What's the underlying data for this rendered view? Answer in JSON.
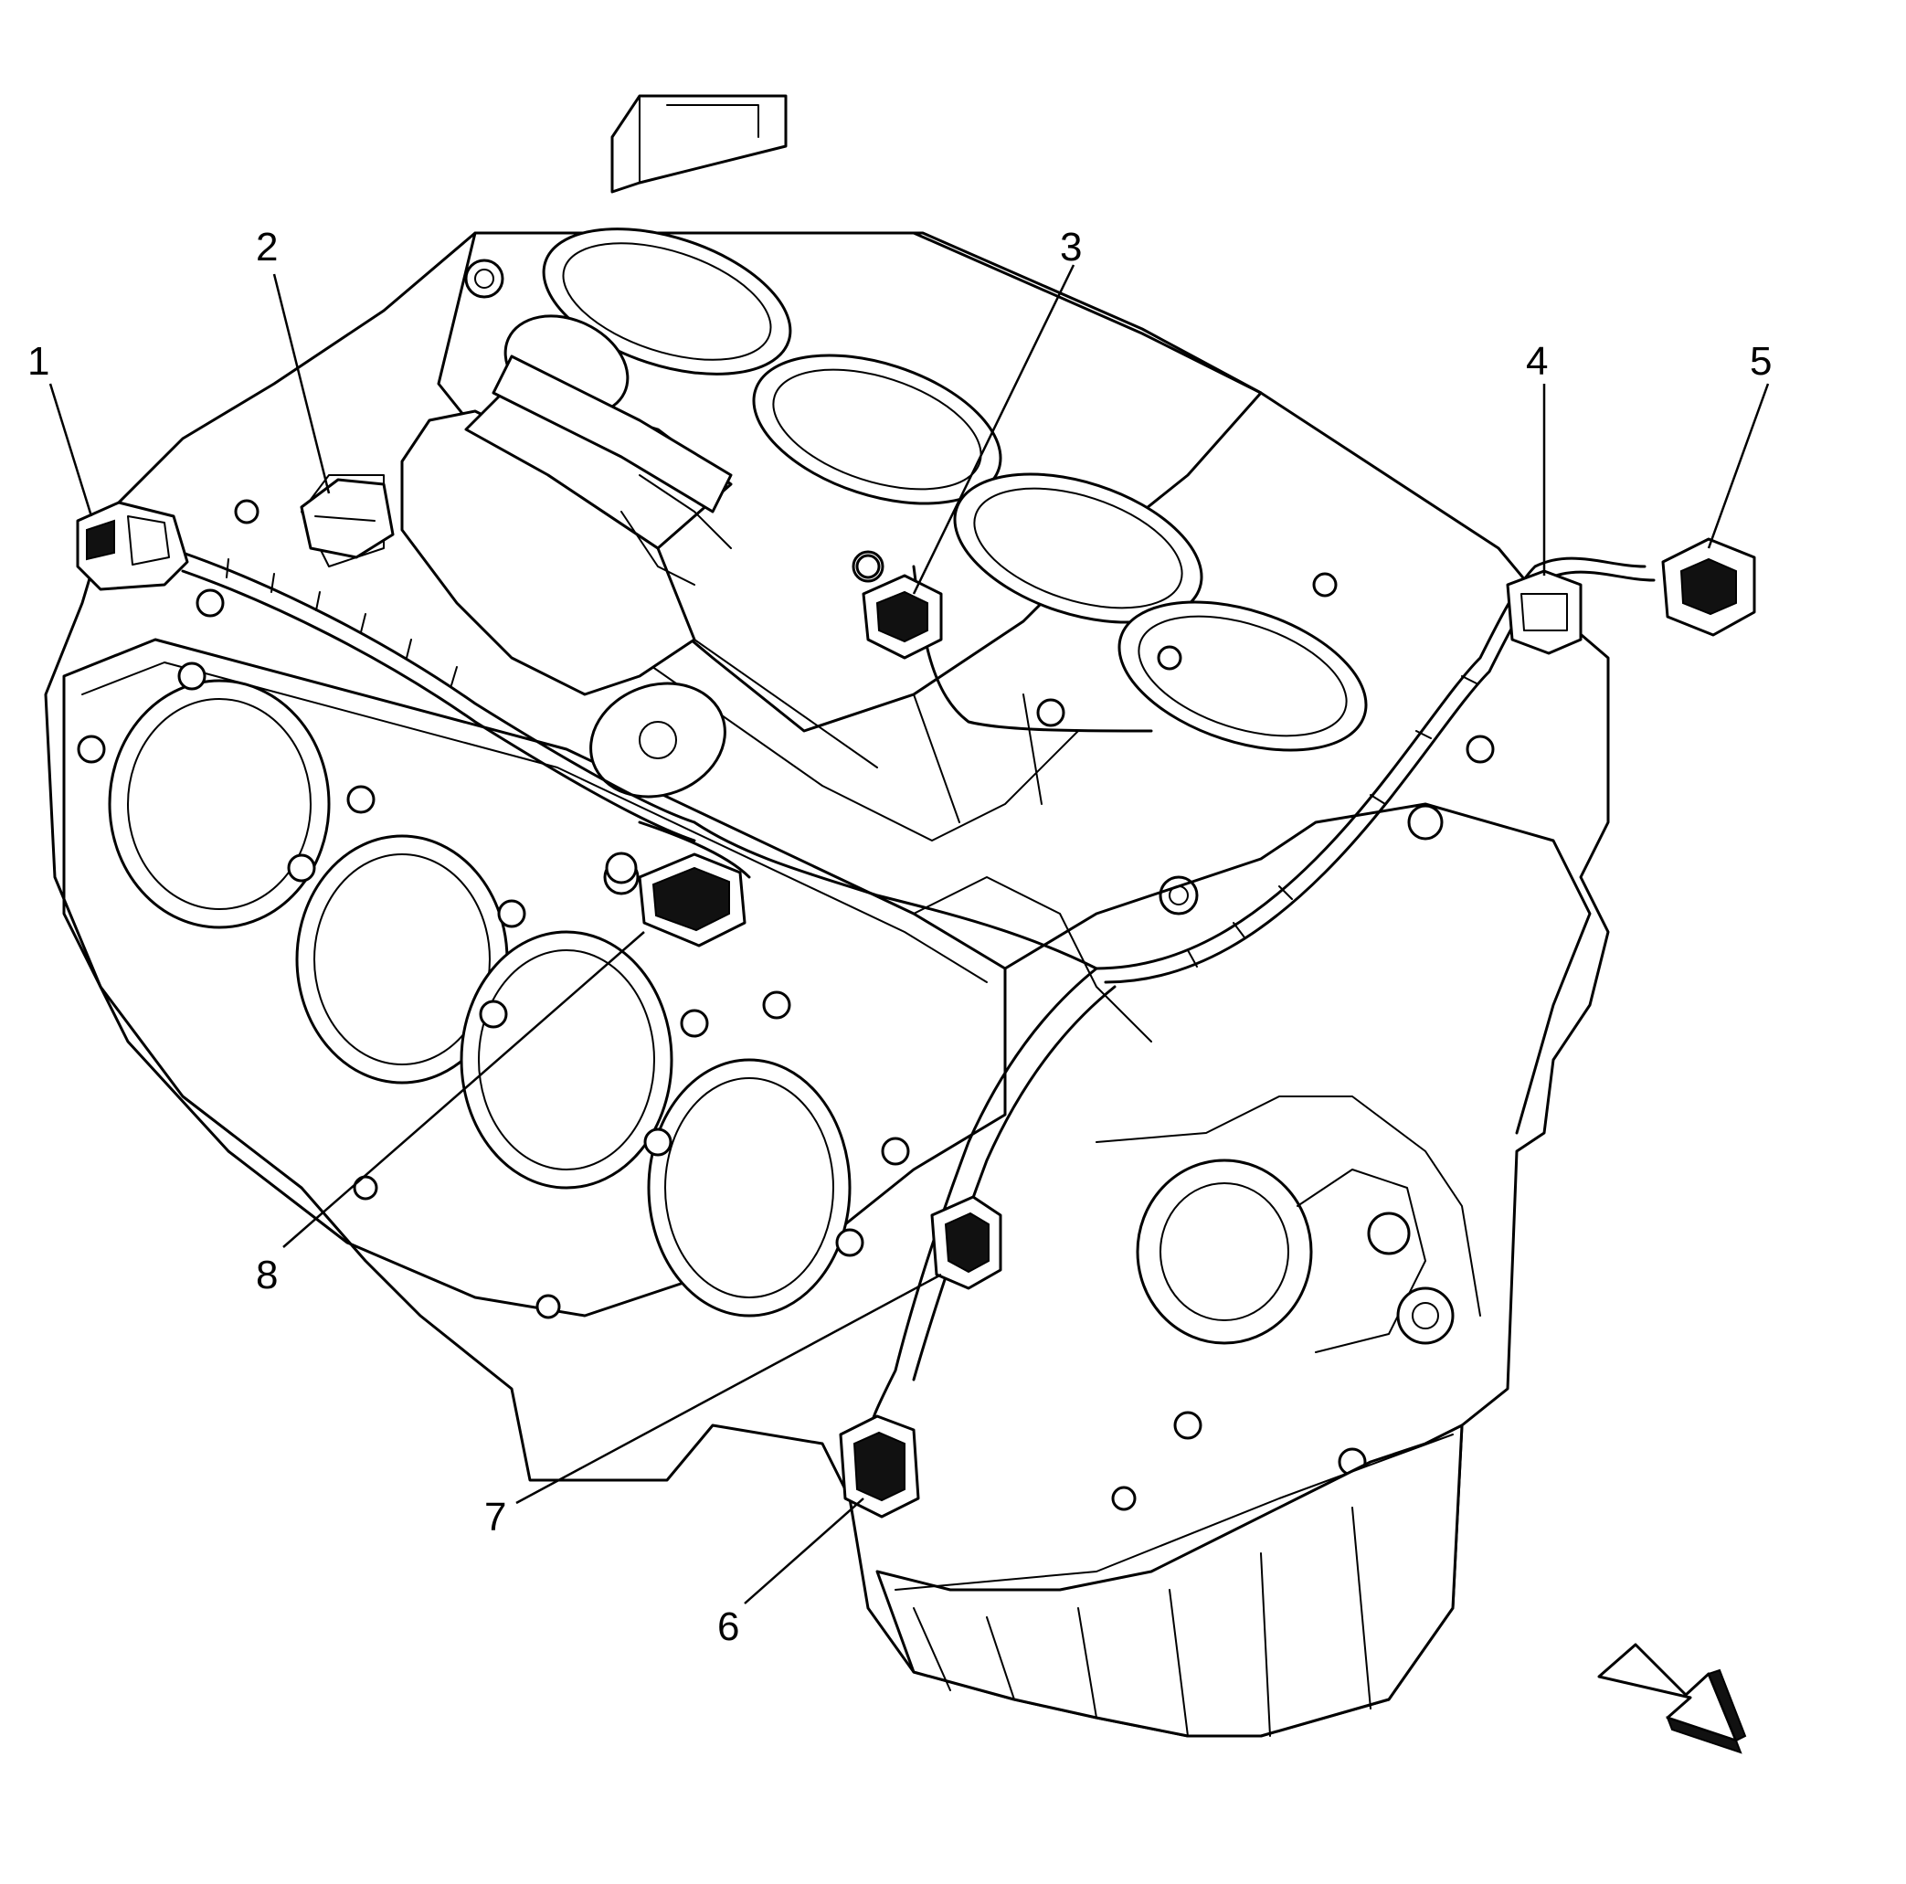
{
  "callouts": [
    {
      "id": 1,
      "label": "1"
    },
    {
      "id": 2,
      "label": "2"
    },
    {
      "id": 3,
      "label": "3"
    },
    {
      "id": 4,
      "label": "4"
    },
    {
      "id": 5,
      "label": "5"
    },
    {
      "id": 6,
      "label": "6"
    },
    {
      "id": 7,
      "label": "7"
    },
    {
      "id": 8,
      "label": "8"
    }
  ],
  "icons": {
    "direction_arrow": "direction-arrow-icon"
  },
  "colors": {
    "line": "#000000",
    "background": "#ffffff"
  }
}
